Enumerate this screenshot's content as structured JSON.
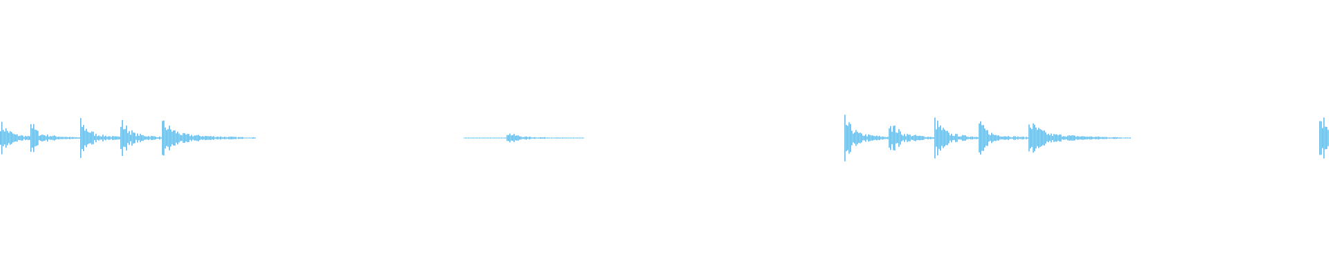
{
  "waveform": {
    "color": "#5dade2",
    "background": "#ffffff",
    "bins": 960,
    "hits": [
      {
        "bin": 0,
        "peak": 0.14,
        "decay": 10,
        "tail": 26
      },
      {
        "bin": 22,
        "peak": 0.16,
        "decay": 6,
        "tail": 30
      },
      {
        "bin": 58,
        "peak": 0.15,
        "decay": 10,
        "tail": 29
      },
      {
        "bin": 87,
        "peak": 0.16,
        "decay": 10,
        "tail": 30
      },
      {
        "bin": 117,
        "peak": 0.15,
        "decay": 14,
        "tail": 54
      },
      {
        "bin": 366,
        "peak": 0.05,
        "decay": 12,
        "tail": 44
      },
      {
        "bin": 610,
        "peak": 0.17,
        "decay": 10,
        "tail": 32
      },
      {
        "bin": 642,
        "peak": 0.16,
        "decay": 10,
        "tail": 33
      },
      {
        "bin": 675,
        "peak": 0.17,
        "decay": 10,
        "tail": 32
      },
      {
        "bin": 707,
        "peak": 0.14,
        "decay": 10,
        "tail": 36
      },
      {
        "bin": 743,
        "peak": 0.15,
        "decay": 14,
        "tail": 60
      },
      {
        "bin": 953,
        "peak": 0.2,
        "decay": 20,
        "tail": 7
      }
    ],
    "quiet_ranges": [
      [
        335,
        366
      ]
    ]
  }
}
